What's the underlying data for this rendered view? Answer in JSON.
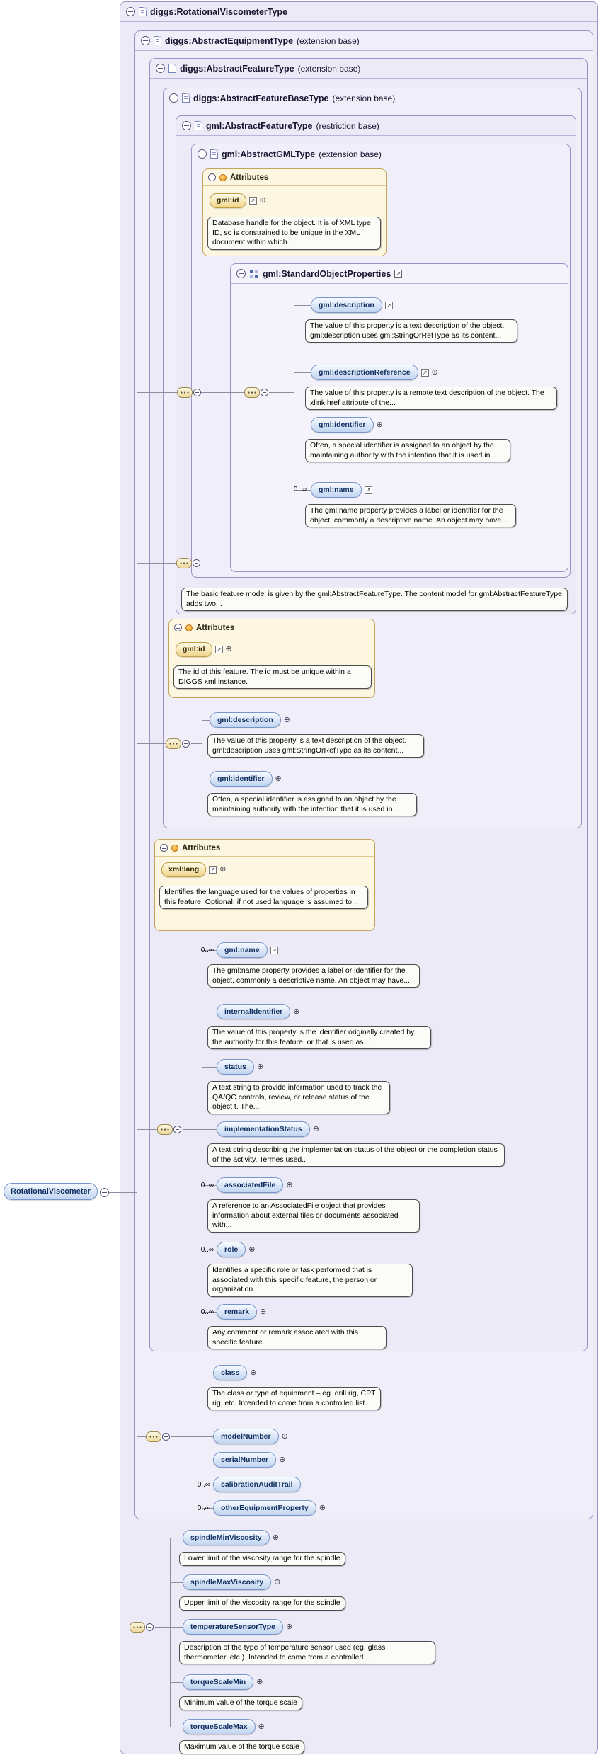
{
  "diagram": {
    "root": {
      "label": "RotationalViscometer"
    },
    "multiplicity": "0..∞",
    "attributes_label": "Attributes",
    "boxes": {
      "l0": {
        "name": "diggs:RotationalViscometerType",
        "suffix": ""
      },
      "l1": {
        "name": "diggs:AbstractEquipmentType",
        "suffix": "(extension base)"
      },
      "l2": {
        "name": "diggs:AbstractFeatureType",
        "suffix": "(extension base)"
      },
      "l3": {
        "name": "diggs:AbstractFeatureBaseType",
        "suffix": "(extension base)"
      },
      "l4": {
        "name": "gml:AbstractFeatureType",
        "suffix": "(restriction base)"
      },
      "l5": {
        "name": "gml:AbstractGMLType",
        "suffix": "(extension base)"
      },
      "sop": {
        "name": "gml:StandardObjectProperties",
        "suffix": ""
      }
    },
    "attr1": {
      "name": "gml:id",
      "doc": "Database handle for the object. It is of XML type ID, so is constrained to be unique in the XML document within which..."
    },
    "attr2": {
      "name": "gml:id",
      "doc": "The id of this feature. The id must be unique within a DIGGS xml instance."
    },
    "attr3": {
      "name": "xml:lang",
      "doc": "Identifies the language used for the values of properties in this feature. Optional; if not used language is assumed to..."
    },
    "note": "The basic feature model is given by the gml:AbstractFeatureType. The content model for gml:AbstractFeatureType adds two...",
    "sop_children": {
      "desc": {
        "label": "gml:description",
        "doc": "The value of this property is a text description of the object. gml:description uses gml:StringOrRefType as its content..."
      },
      "descref": {
        "label": "gml:descriptionReference",
        "doc": "The value of this property is a remote text description of the object. The xlink:href attribute of the..."
      },
      "ident": {
        "label": "gml:identifier",
        "doc": "Often, a special identifier is assigned to an object by the maintaining authority with the intention that it is used in..."
      },
      "name": {
        "label": "gml:name",
        "doc": "The gml:name property provides a label or identifier for the object, commonly a descriptive name. An object may have..."
      }
    },
    "base_children": {
      "desc": {
        "label": "gml:description",
        "doc": "The value of this property is a text description of the object. gml:description uses gml:StringOrRefType as its content..."
      },
      "ident": {
        "label": "gml:identifier",
        "doc": "Often, a special identifier is assigned to an object by the maintaining authority with the intention that it is used in..."
      }
    },
    "feature_children": {
      "name": {
        "label": "gml:name",
        "doc": "The gml:name property provides a label or identifier for the object, commonly a descriptive name. An object may have..."
      },
      "internal": {
        "label": "internalIdentifier",
        "doc": "The value of this property is the identifier originally created by the authority for this feature, or that is used as..."
      },
      "status": {
        "label": "status",
        "doc": "A text string to provide information used to track the QA/QC controls, review, or release status of the object t. The..."
      },
      "impl": {
        "label": "implementationStatus",
        "doc": "A text string describing the implementation status of the object or the completion status of the activity. Termes used..."
      },
      "assoc": {
        "label": "associatedFile",
        "doc": "A reference to an AssociatedFile object that provides information about external files or documents associated with..."
      },
      "role": {
        "label": "role",
        "doc": "Identifies a specific role or task performed that is associated with this specific feature, the person or organization..."
      },
      "remark": {
        "label": "remark",
        "doc": "Any comment or remark associated with this specific feature."
      }
    },
    "equipment_children": {
      "cls": {
        "label": "class",
        "doc": "The class or type of equipment – eg. drill rig, CPT rig, etc. Intended to come from a controlled list."
      },
      "model": {
        "label": "modelNumber"
      },
      "serial": {
        "label": "serialNumber"
      },
      "calib": {
        "label": "calibrationAuditTrail"
      },
      "other": {
        "label": "otherEquipmentProperty"
      }
    },
    "viscometer_children": {
      "spinmin": {
        "label": "spindleMinViscosity",
        "doc": "Lower limit of the viscosity range for the spindle"
      },
      "spinmax": {
        "label": "spindleMaxViscosity",
        "doc": "Upper limit of the viscosity range for the spindle"
      },
      "temp": {
        "label": "temperatureSensorType",
        "doc": "Description of the type of temperature sensor used (eg. glass thermometer, etc.). Intended to come from a controlled..."
      },
      "tqmin": {
        "label": "torqueScaleMin",
        "doc": "Minimum value of the torque scale"
      },
      "tqmax": {
        "label": "torqueScaleMax",
        "doc": "Maximum value of the torque scale"
      }
    }
  }
}
